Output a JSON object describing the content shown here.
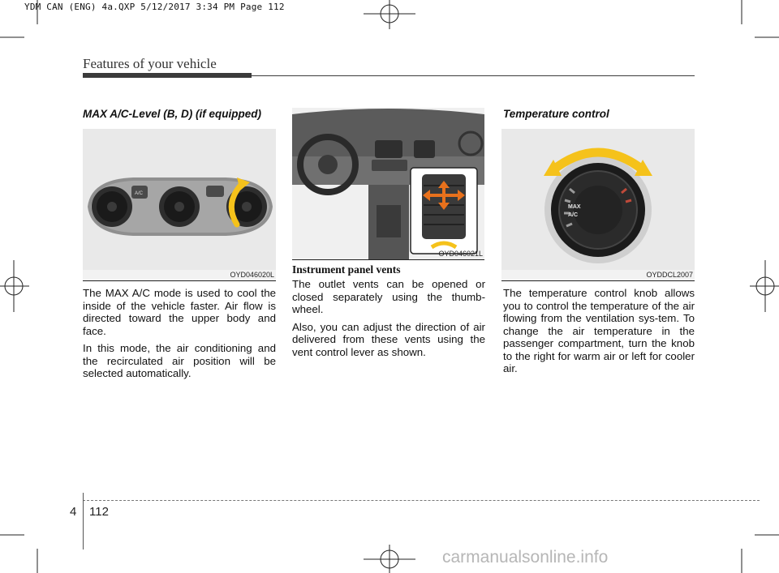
{
  "slug": "YDM CAN (ENG) 4a.QXP  5/12/2017  3:34 PM  Page 112",
  "header": {
    "title": "Features of your vehicle"
  },
  "col1": {
    "heading": "MAX A/C-Level (B, D) (if equipped)",
    "image_code": "OYD046020L",
    "panel_label": "A/C",
    "p1": "The MAX A/C mode is used to cool the inside of the vehicle faster. Air flow is directed toward the upper body and face.",
    "p2": "In this mode, the air conditioning and the recirculated air position will be selected automatically."
  },
  "col2": {
    "image_code": "OYD046021L",
    "heading": "Instrument panel vents",
    "p1": "The outlet vents can be opened or closed separately using the thumb-wheel.",
    "p2": "Also, you can adjust the direction of air delivered from these vents using the vent control lever as shown."
  },
  "col3": {
    "heading": "Temperature control",
    "image_code": "OYDDCL2007",
    "knob_label_line1": "MAX",
    "knob_label_line2": "A/C",
    "p1": "The temperature control knob allows you to control the temperature of the air flowing from the ventilation sys-tem. To change the air temperature in the passenger compartment, turn the knob to the right for warm air or left for cooler air."
  },
  "footer": {
    "chapter": "4",
    "page": "112"
  },
  "watermark": "carmanualsonline.info",
  "colors": {
    "arrow_yellow": "#f5c21b",
    "header_bar": "#3b3b3b",
    "vent_arrow_orange": "#e8711c"
  }
}
